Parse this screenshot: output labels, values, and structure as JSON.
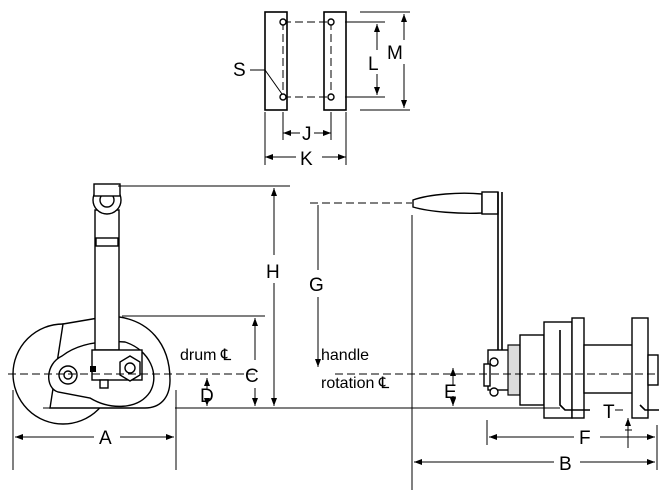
{
  "labels": {
    "A": "A",
    "B": "B",
    "C": "C",
    "D": "D",
    "E": "E",
    "F": "F",
    "G": "G",
    "H": "H",
    "J": "J",
    "K": "K",
    "L": "L",
    "M": "M",
    "S": "S",
    "T": "T",
    "drum_center": "drum ℄",
    "handle_line1": "handle",
    "handle_line2": "rotation ℄"
  }
}
